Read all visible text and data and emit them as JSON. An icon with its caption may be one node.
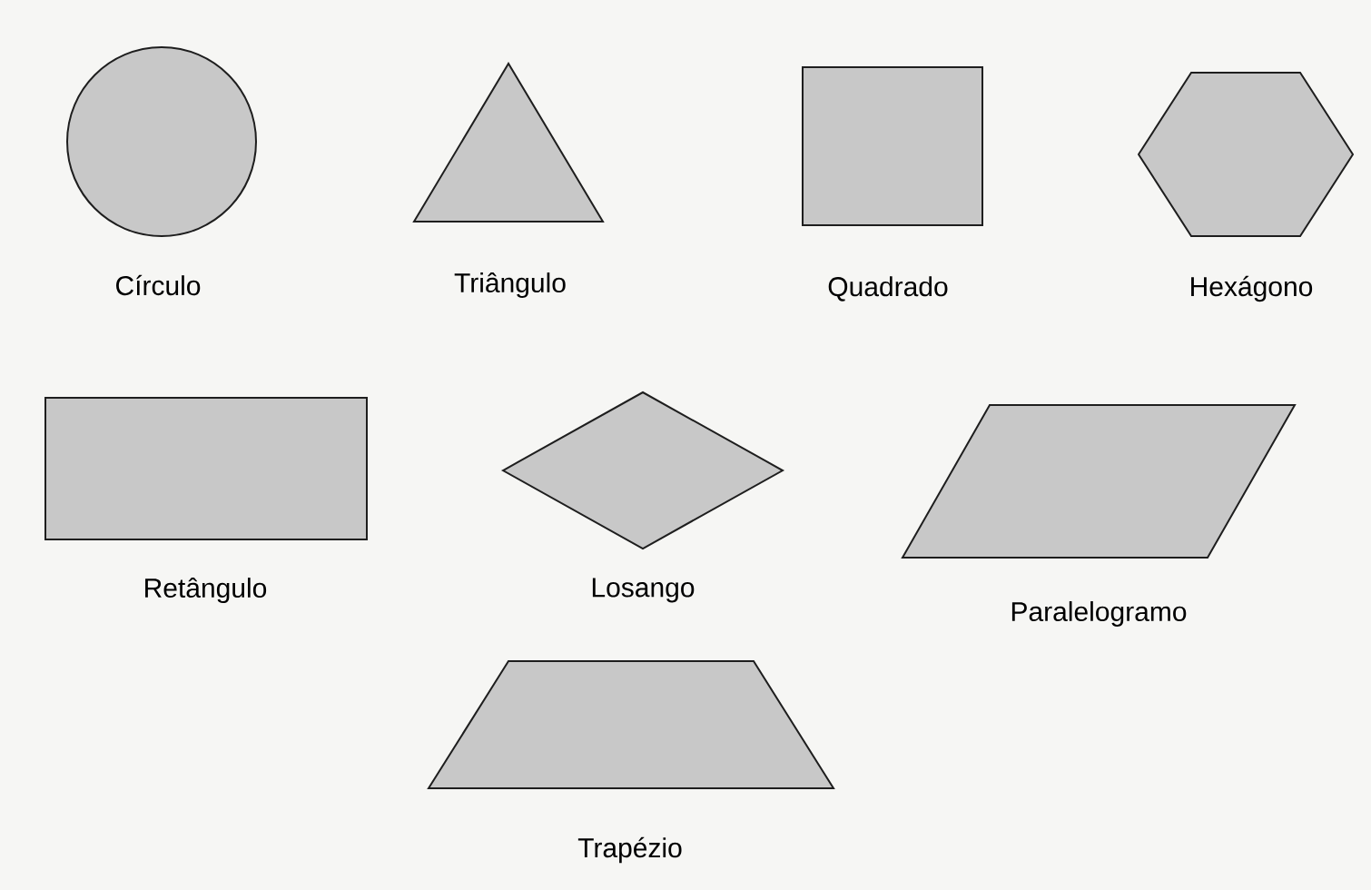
{
  "diagram": {
    "nodes": [
      {
        "text": [
          "Círculo"
        ]
      },
      {
        "text": [
          "Triângulo"
        ]
      },
      {
        "text": [
          "Quadrado"
        ]
      },
      {
        "text": [
          "Hexágono"
        ]
      },
      {
        "text": [
          "Retângulo"
        ]
      },
      {
        "text": [
          "Losango"
        ]
      },
      {
        "text": [
          "Paralelogramo"
        ]
      },
      {
        "text": [
          "Trapézio"
        ]
      }
    ]
  }
}
